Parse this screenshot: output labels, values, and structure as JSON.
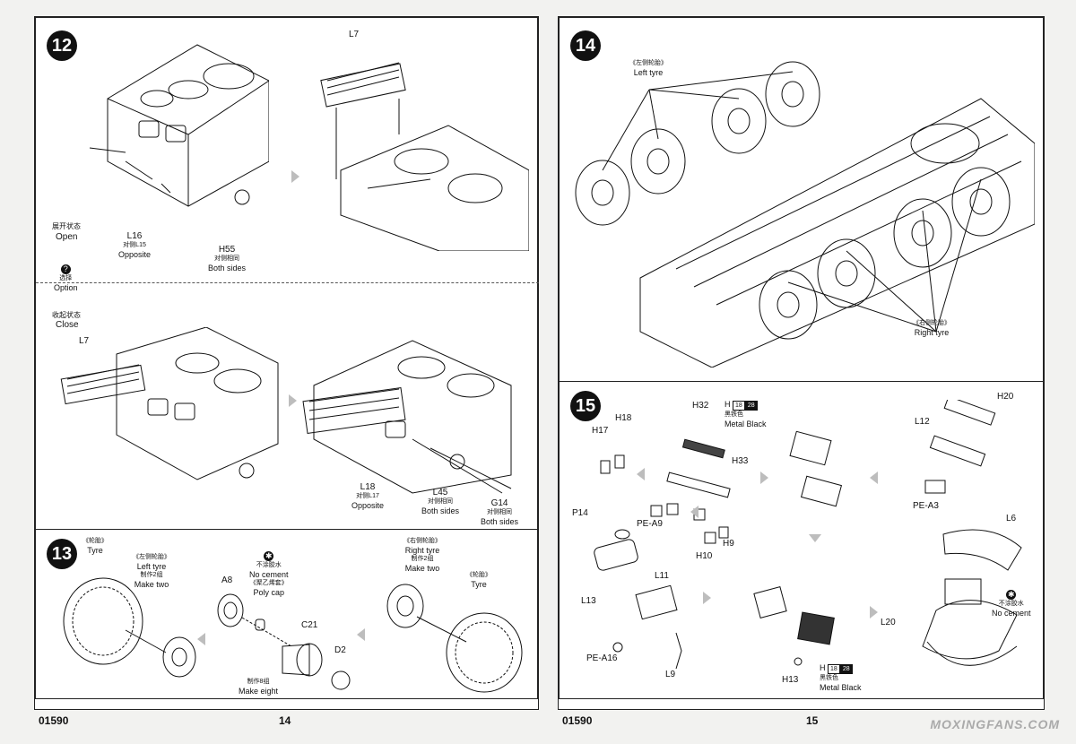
{
  "left_page": {
    "footer_code": "01590",
    "page_number": "14",
    "step12": {
      "number": "12",
      "open_cn": "展开状态",
      "open_en": "Open",
      "option_glyph": "?",
      "option_cn": "选择",
      "option_en": "Option",
      "close_cn": "收起状态",
      "close_en": "Close",
      "l7_top": "L7",
      "l7_bottom": "L7",
      "l16": {
        "part": "L16",
        "cn": "对侧L15",
        "en": "Opposite"
      },
      "h55": {
        "part": "H55",
        "cn": "对侧相同",
        "en": "Both sides"
      },
      "l18": {
        "part": "L18",
        "cn": "对侧L17",
        "en": "Opposite"
      },
      "l45": {
        "part": "L45",
        "cn": "对侧相同",
        "en": "Both sides"
      },
      "g14": {
        "part": "G14",
        "cn": "对侧相同",
        "en": "Both sides"
      }
    },
    "step13": {
      "number": "13",
      "tyre_cn": "《轮胎》",
      "tyre_en": "Tyre",
      "left_tyre_cn": "《左侧轮胎》",
      "left_tyre_en": "Left tyre",
      "make_two_cn": "制作2组",
      "make_two_en": "Make two",
      "no_cement_cn": "不涂胶水",
      "no_cement_en": "No cement",
      "poly_cn": "《聚乙烯套》",
      "poly_en": "Poly cap",
      "a8": "A8",
      "c21": "C21",
      "d2": "D2",
      "make_eight_cn": "制作8组",
      "make_eight_en": "Make eight",
      "right_tyre_cn": "《右侧轮胎》",
      "right_tyre_en": "Right tyre",
      "make_two2_cn": "制作2组",
      "make_two2_en": "Make two",
      "tyre2_cn": "《轮胎》",
      "tyre2_en": "Tyre"
    }
  },
  "right_page": {
    "footer_code": "01590",
    "page_number": "15",
    "step14": {
      "number": "14",
      "left_tyre_cn": "《左侧轮胎》",
      "left_tyre_en": "Left tyre",
      "right_tyre_cn": "《右侧轮胎》",
      "right_tyre_en": "Right tyre"
    },
    "step15": {
      "number": "15",
      "h32": "H32",
      "paint1": {
        "letter": "H",
        "code_a": "18",
        "code_b": "28",
        "cn": "黑铁色",
        "en": "Metal Black"
      },
      "paint2": {
        "letter": "H",
        "code_a": "18",
        "code_b": "28",
        "cn": "黑铁色",
        "en": "Metal Black"
      },
      "h18": "H18",
      "h17": "H17",
      "h33": "H33",
      "h10": "H10",
      "h9": "H9",
      "p14": "P14",
      "pe_a9": "PE-A9",
      "l13": "L13",
      "l11": "L11",
      "pe_a16": "PE-A16",
      "l9": "L9",
      "h13": "H13",
      "h20": "H20",
      "l12": "L12",
      "pe_a3": "PE-A3",
      "l6": "L6",
      "l20": "L20",
      "no_cement_cn": "不涂胶水",
      "no_cement_en": "No cement"
    }
  },
  "watermark": "MOXINGFANS.COM"
}
